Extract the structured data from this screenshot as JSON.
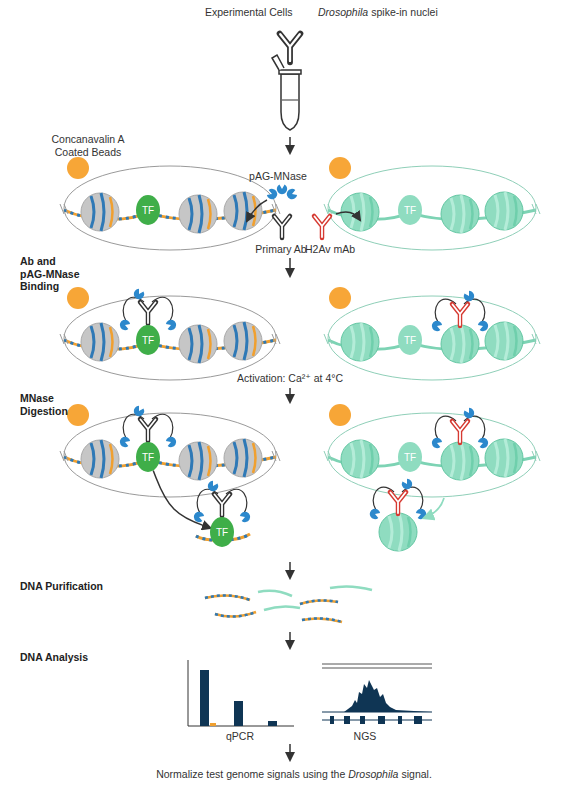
{
  "diagram": {
    "nodes": [
      {
        "text": [
          "TF"
        ]
      },
      {
        "text": [
          "TF"
        ]
      },
      {
        "text": [
          "TF"
        ]
      },
      {
        "text": [
          "TF"
        ]
      },
      {
        "text": [
          "TF"
        ]
      },
      {
        "text": [
          "TF"
        ]
      },
      {
        "text": [
          "TF"
        ]
      }
    ],
    "edges": [
      {
        "from": 4,
        "to": 5,
        "arrow": "to"
      }
    ],
    "labels": [
      "Experimental Cells",
      "Drosophila",
      "spike-in nuclei",
      "Concanavalin A Coated Beads",
      "pAG-MNase",
      "Primary Ab",
      "H2Av mAb",
      "Ab and pAG-MNase Binding",
      "Activation: Ca²⁺ at 4°C",
      "MNase Digestion",
      "DNA Purification",
      "DNA Analysis",
      "qPCR",
      "NGS",
      "Normalize test genome signals using the",
      "Drosophila",
      "signal."
    ]
  }
}
